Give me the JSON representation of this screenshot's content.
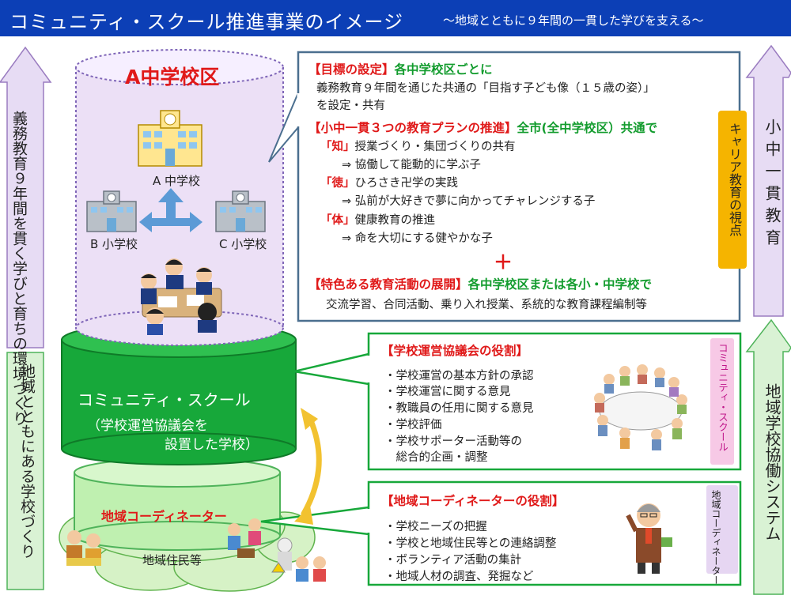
{
  "title": "コミュニティ・スクール推進事業のイメージ",
  "subtitle": "～地域とともに９年間の一貫した学びを支える～",
  "left_top_arrow": [
    "義務教育９年間を貫く",
    "学びと育ちの環境づくり"
  ],
  "left_bottom_arrow": "地域とともにある学校づくり",
  "right_top_arrow": "小中一貫教育",
  "right_bottom_arrow": "地域学校協働システム",
  "cylinder_top": {
    "title": "A中学校区",
    "school_a": "A 中学校",
    "school_b": "B 小学校",
    "school_c": "C 小学校"
  },
  "cylinder_middle": {
    "title": "コミュニティ・スクール",
    "sub1": "（学校運営協議会を",
    "sub2": "設置した学校）"
  },
  "cylinder_bottom": {
    "title": "地域コーディネーター",
    "residents": "地域住民等"
  },
  "goal_box": {
    "h1": "【目標の設定】",
    "h1_note": "各中学校区ごとに",
    "h1_line1": "義務教育９年間を通じた共通の「目指す子ども像（１５歳の姿）」",
    "h1_line2": "を設定・共有",
    "h2": "【小中一貫３つの教育プランの推進】",
    "h2_note": "全市(全中学校区）共通で",
    "p1_tag": "「知」",
    "p1_text": "授業づくり・集団づくりの共有",
    "p1_result": "⇒ 協働して能動的に学ぶ子",
    "p2_tag": "「徳」",
    "p2_text": "ひろさき卍学の実践",
    "p2_result": "⇒ 弘前が大好きで夢に向かってチャレンジする子",
    "p3_tag": "「体」",
    "p3_text": "健康教育の推進",
    "p3_result": "⇒ 命を大切にする健やかな子",
    "plus": "＋",
    "h3": "【特色ある教育活動の展開】",
    "h3_note": "各中学校区または各小・中学校で",
    "h3_line": "交流学習、合同活動、乗り入れ授業、系統的な教育課程編制等",
    "side_label": "キャリア教育の視点"
  },
  "council_box": {
    "heading": "【学校運営協議会の役割】",
    "items": [
      "・学校運営の基本方針の承認",
      "・学校運営に関する意見",
      "・教職員の任用に関する意見",
      "・学校評価",
      "・学校サポーター活動等の",
      "　総合的企画・調整"
    ],
    "side_label": "コミュニティ・スクール"
  },
  "coordinator_box": {
    "heading": "【地域コーディネーターの役割】",
    "items": [
      "・学校ニーズの把握",
      "・学校と地域住民等との連絡調整",
      "・ボランティア活動の集計",
      "・地域人材の調査、発掘など"
    ],
    "side_label": [
      "地域コーディ",
      "ネーター"
    ]
  },
  "colors": {
    "title_bar": "#0c3fb6",
    "left_arrow": "#e7dcf4",
    "green_arrow": "#d9f2d4",
    "cyl_top": "#ece0f6",
    "cyl_mid": "#17a83a",
    "cyl_bottom": "#bff0b0",
    "red_text": "#e01919",
    "green_text": "#139c2e",
    "orange_label": "#f5b400",
    "pink_label": "#f7c9e6",
    "lavender_label": "#e6d6f2"
  }
}
